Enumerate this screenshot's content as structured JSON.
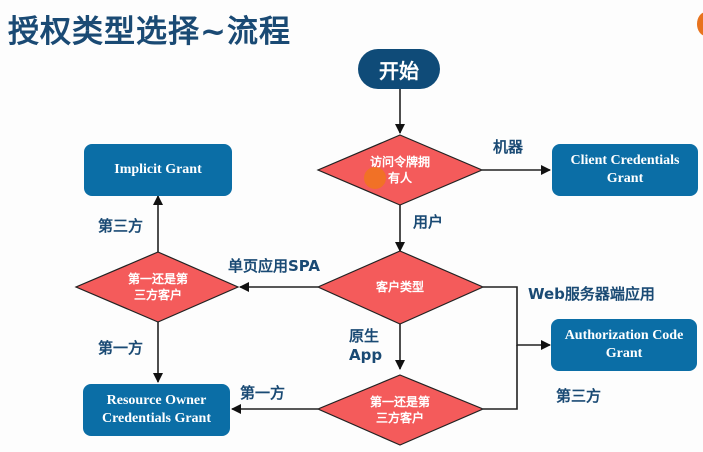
{
  "title": "授权类型选择~流程",
  "colors": {
    "title": "#1a4a74",
    "start": "#0f4b78",
    "grant_box": "#0b6ea6",
    "decision": "#f45b5b",
    "edge_label": "#1a4a74"
  },
  "nodes": {
    "start": "开始",
    "decision_token_owner": [
      "访问令牌拥",
      "有人"
    ],
    "decision_client_type": "客户类型",
    "decision_first_third_left": [
      "第一还是第",
      "三方客户"
    ],
    "decision_first_third_bottom": [
      "第一还是第",
      "三方客户"
    ],
    "implicit_grant": "Implicit Grant",
    "client_credentials_grant": [
      "Client Credentials",
      "Grant"
    ],
    "authorization_code_grant": [
      "Authorization Code",
      "Grant"
    ],
    "resource_owner_grant": [
      "Resource Owner",
      "Credentials Grant"
    ]
  },
  "edge_labels": {
    "machine": "机器",
    "user": "用户",
    "spa": "单页应用SPA",
    "web_server": "Web服务器端应用",
    "native": [
      "原生",
      "App"
    ],
    "third_party_left": "第三方",
    "first_party_left": "第一方",
    "first_party_bottom": "第一方",
    "third_party_right": "第三方"
  }
}
